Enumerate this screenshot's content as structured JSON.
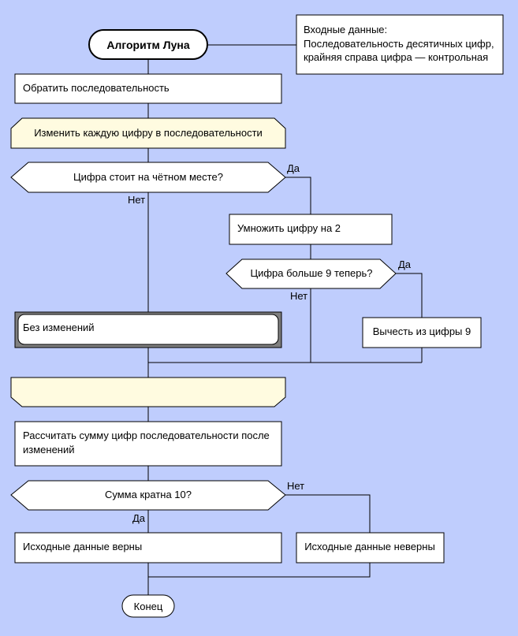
{
  "title": "Алгоритм Луна",
  "input_note": {
    "line1": "Входные данные:",
    "line2": "Последовательность десятичных цифр,",
    "line3": "крайняя справа цифра — контрольная"
  },
  "steps": {
    "reverse": "Обратить последовательность",
    "loop_start": "Изменить каждую цифру в последовательности",
    "even_question": "Цифра стоит на чётном месте?",
    "multiply": "Умножить цифру на 2",
    "gt9_question": "Цифра больше 9 теперь?",
    "no_change": "Без изменений",
    "subtract": "Вычесть из цифры 9",
    "sum_line1": "Рассчитать сумму цифр последовательности после",
    "sum_line2": "изменений",
    "mod_question": "Сумма кратна 10?",
    "valid": "Исходные данные верны",
    "invalid": "Исходные данные неверны",
    "end": "Конец"
  },
  "labels": {
    "yes": "Да",
    "no": "Нет"
  }
}
